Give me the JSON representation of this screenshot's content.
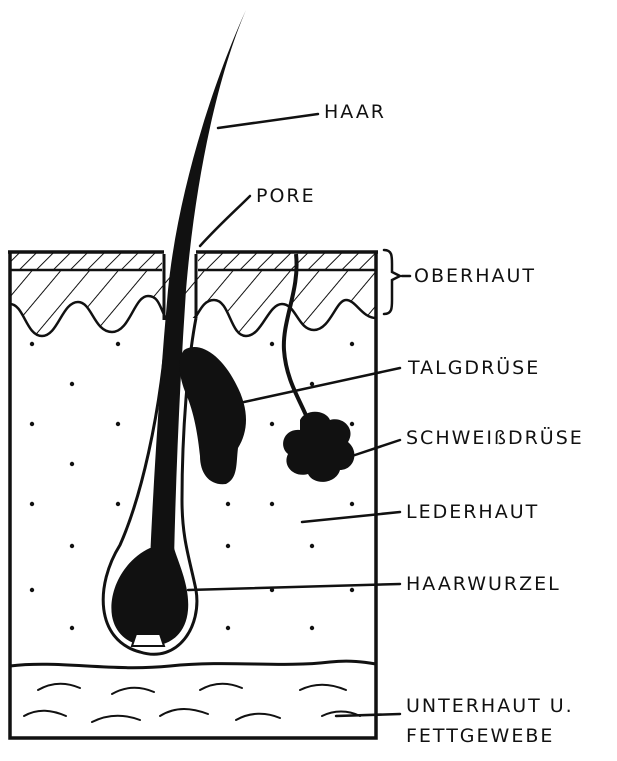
{
  "labels": {
    "haar": "HAAR",
    "pore": "PORE",
    "oberhaut": "OBERHAUT",
    "talgdruese": "TALGDRÜSE",
    "schweissdruese": "SCHWEIßDRÜSE",
    "lederhaut": "LEDERHAUT",
    "haarwurzel": "HAARWURZEL",
    "unterhaut_line1": "UNTERHAUT U.",
    "unterhaut_line2": "FETTGEWEBE"
  },
  "colors": {
    "ink": "#111111",
    "paper": "#ffffff"
  }
}
